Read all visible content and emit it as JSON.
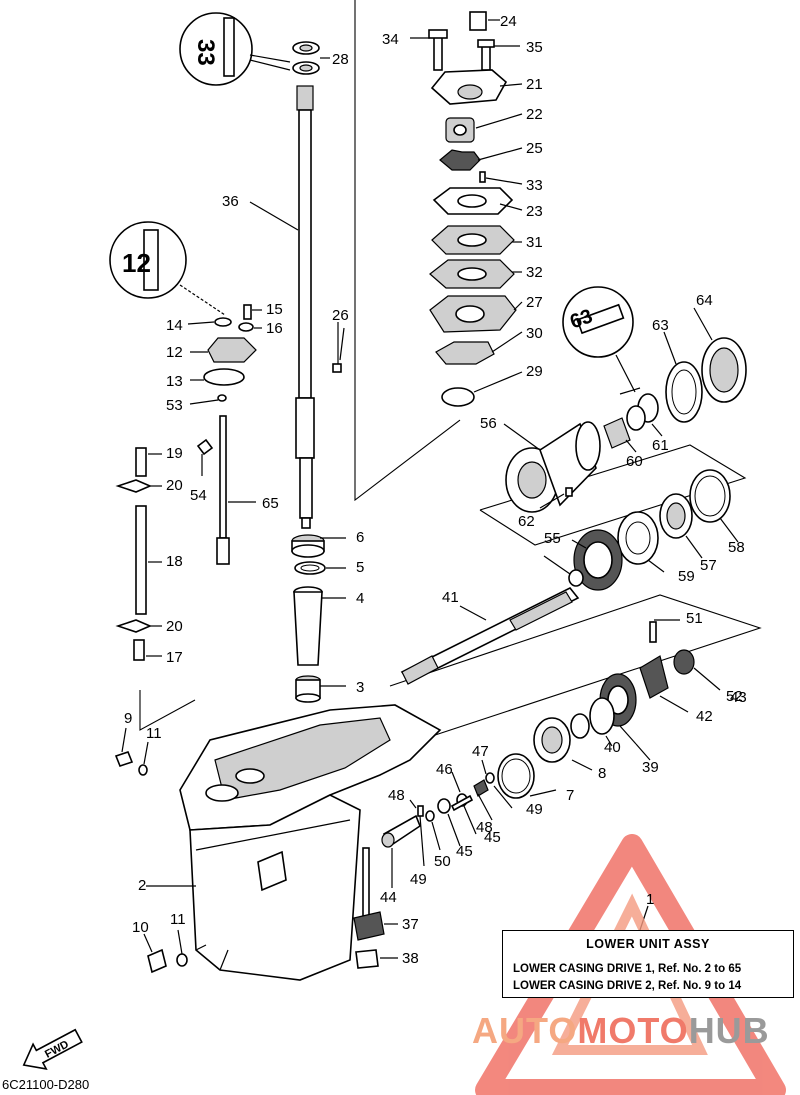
{
  "diagram_code": "6C21100-D280",
  "title_box": {
    "heading": "LOWER UNIT ASSY",
    "line1": "LOWER CASING DRIVE 1,   Ref. No. 2 to 65",
    "line2": "LOWER CASING DRIVE 2,   Ref. No. 9 to 14"
  },
  "fwd_label": "FWD",
  "watermark": {
    "part1": "AUTO",
    "part2": "MOTO",
    "part3": "HUB"
  },
  "callouts": [
    "1",
    "2",
    "3",
    "4",
    "5",
    "6",
    "7",
    "8",
    "9",
    "10",
    "11",
    "11",
    "12",
    "13",
    "14",
    "15",
    "16",
    "17",
    "18",
    "19",
    "20",
    "20",
    "21",
    "22",
    "23",
    "24",
    "25",
    "26",
    "27",
    "28",
    "29",
    "30",
    "31",
    "32",
    "33",
    "34",
    "35",
    "36",
    "37",
    "38",
    "39",
    "40",
    "41",
    "42",
    "43",
    "44",
    "45",
    "45",
    "46",
    "47",
    "48",
    "48",
    "49",
    "49",
    "50",
    "51",
    "52",
    "53",
    "54",
    "55",
    "56",
    "57",
    "58",
    "59",
    "60",
    "61",
    "62",
    "63",
    "64",
    "65"
  ],
  "inset_codes": [
    "33",
    "12",
    "63"
  ]
}
